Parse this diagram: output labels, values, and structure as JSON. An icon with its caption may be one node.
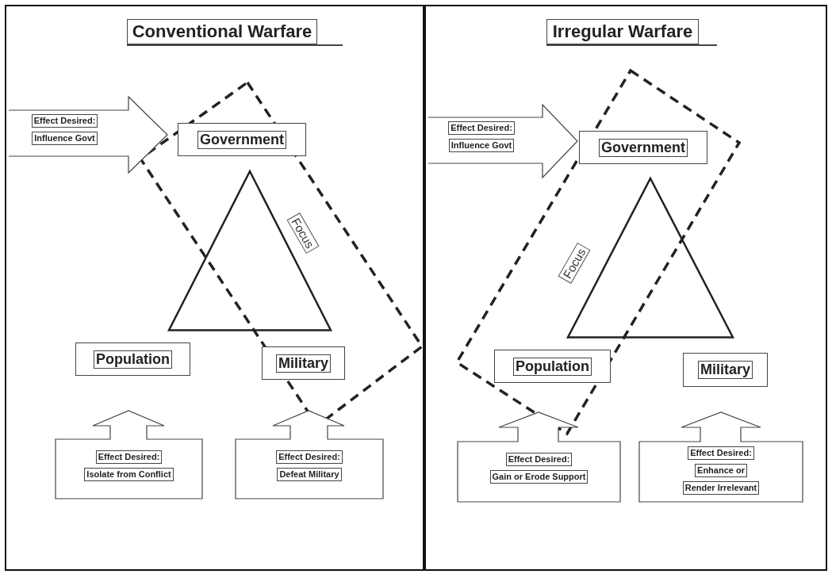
{
  "diagram": {
    "nodes": [
      {
        "text": [
          "Conventional Warfare"
        ]
      },
      {
        "text": [
          "Effect Desired:",
          "Influence Govt"
        ],
        "in": 0
      },
      {
        "text": [
          "Government"
        ],
        "in": 0
      },
      {
        "text": [],
        "shape": "triangle",
        "in": 0
      },
      {
        "text": [
          "Focus"
        ],
        "in": 0
      },
      {
        "text": [
          "Population"
        ],
        "in": 0
      },
      {
        "text": [
          "Military"
        ],
        "in": 0
      },
      {
        "text": [
          "Effect Desired:",
          "Isolate from Conflict"
        ],
        "in": 0
      },
      {
        "text": [
          "Effect Desired:",
          "Defeat Military"
        ],
        "in": 0
      },
      {
        "text": [
          "Irregular Warfare"
        ]
      },
      {
        "text": [
          "Effect Desired:",
          "Influence Govt"
        ],
        "in": 9
      },
      {
        "text": [
          "Government"
        ],
        "in": 9
      },
      {
        "text": [],
        "shape": "triangle",
        "in": 9
      },
      {
        "text": [
          "Focus"
        ],
        "in": 9
      },
      {
        "text": [
          "Population"
        ],
        "in": 9
      },
      {
        "text": [
          "Military"
        ],
        "in": 9
      },
      {
        "text": [
          "Effect Desired:",
          "Gain or Erode Support"
        ],
        "in": 9
      },
      {
        "text": [
          "Effect Desired:",
          "Enhance or",
          "Render Irrelevant"
        ],
        "in": 9
      }
    ]
  }
}
